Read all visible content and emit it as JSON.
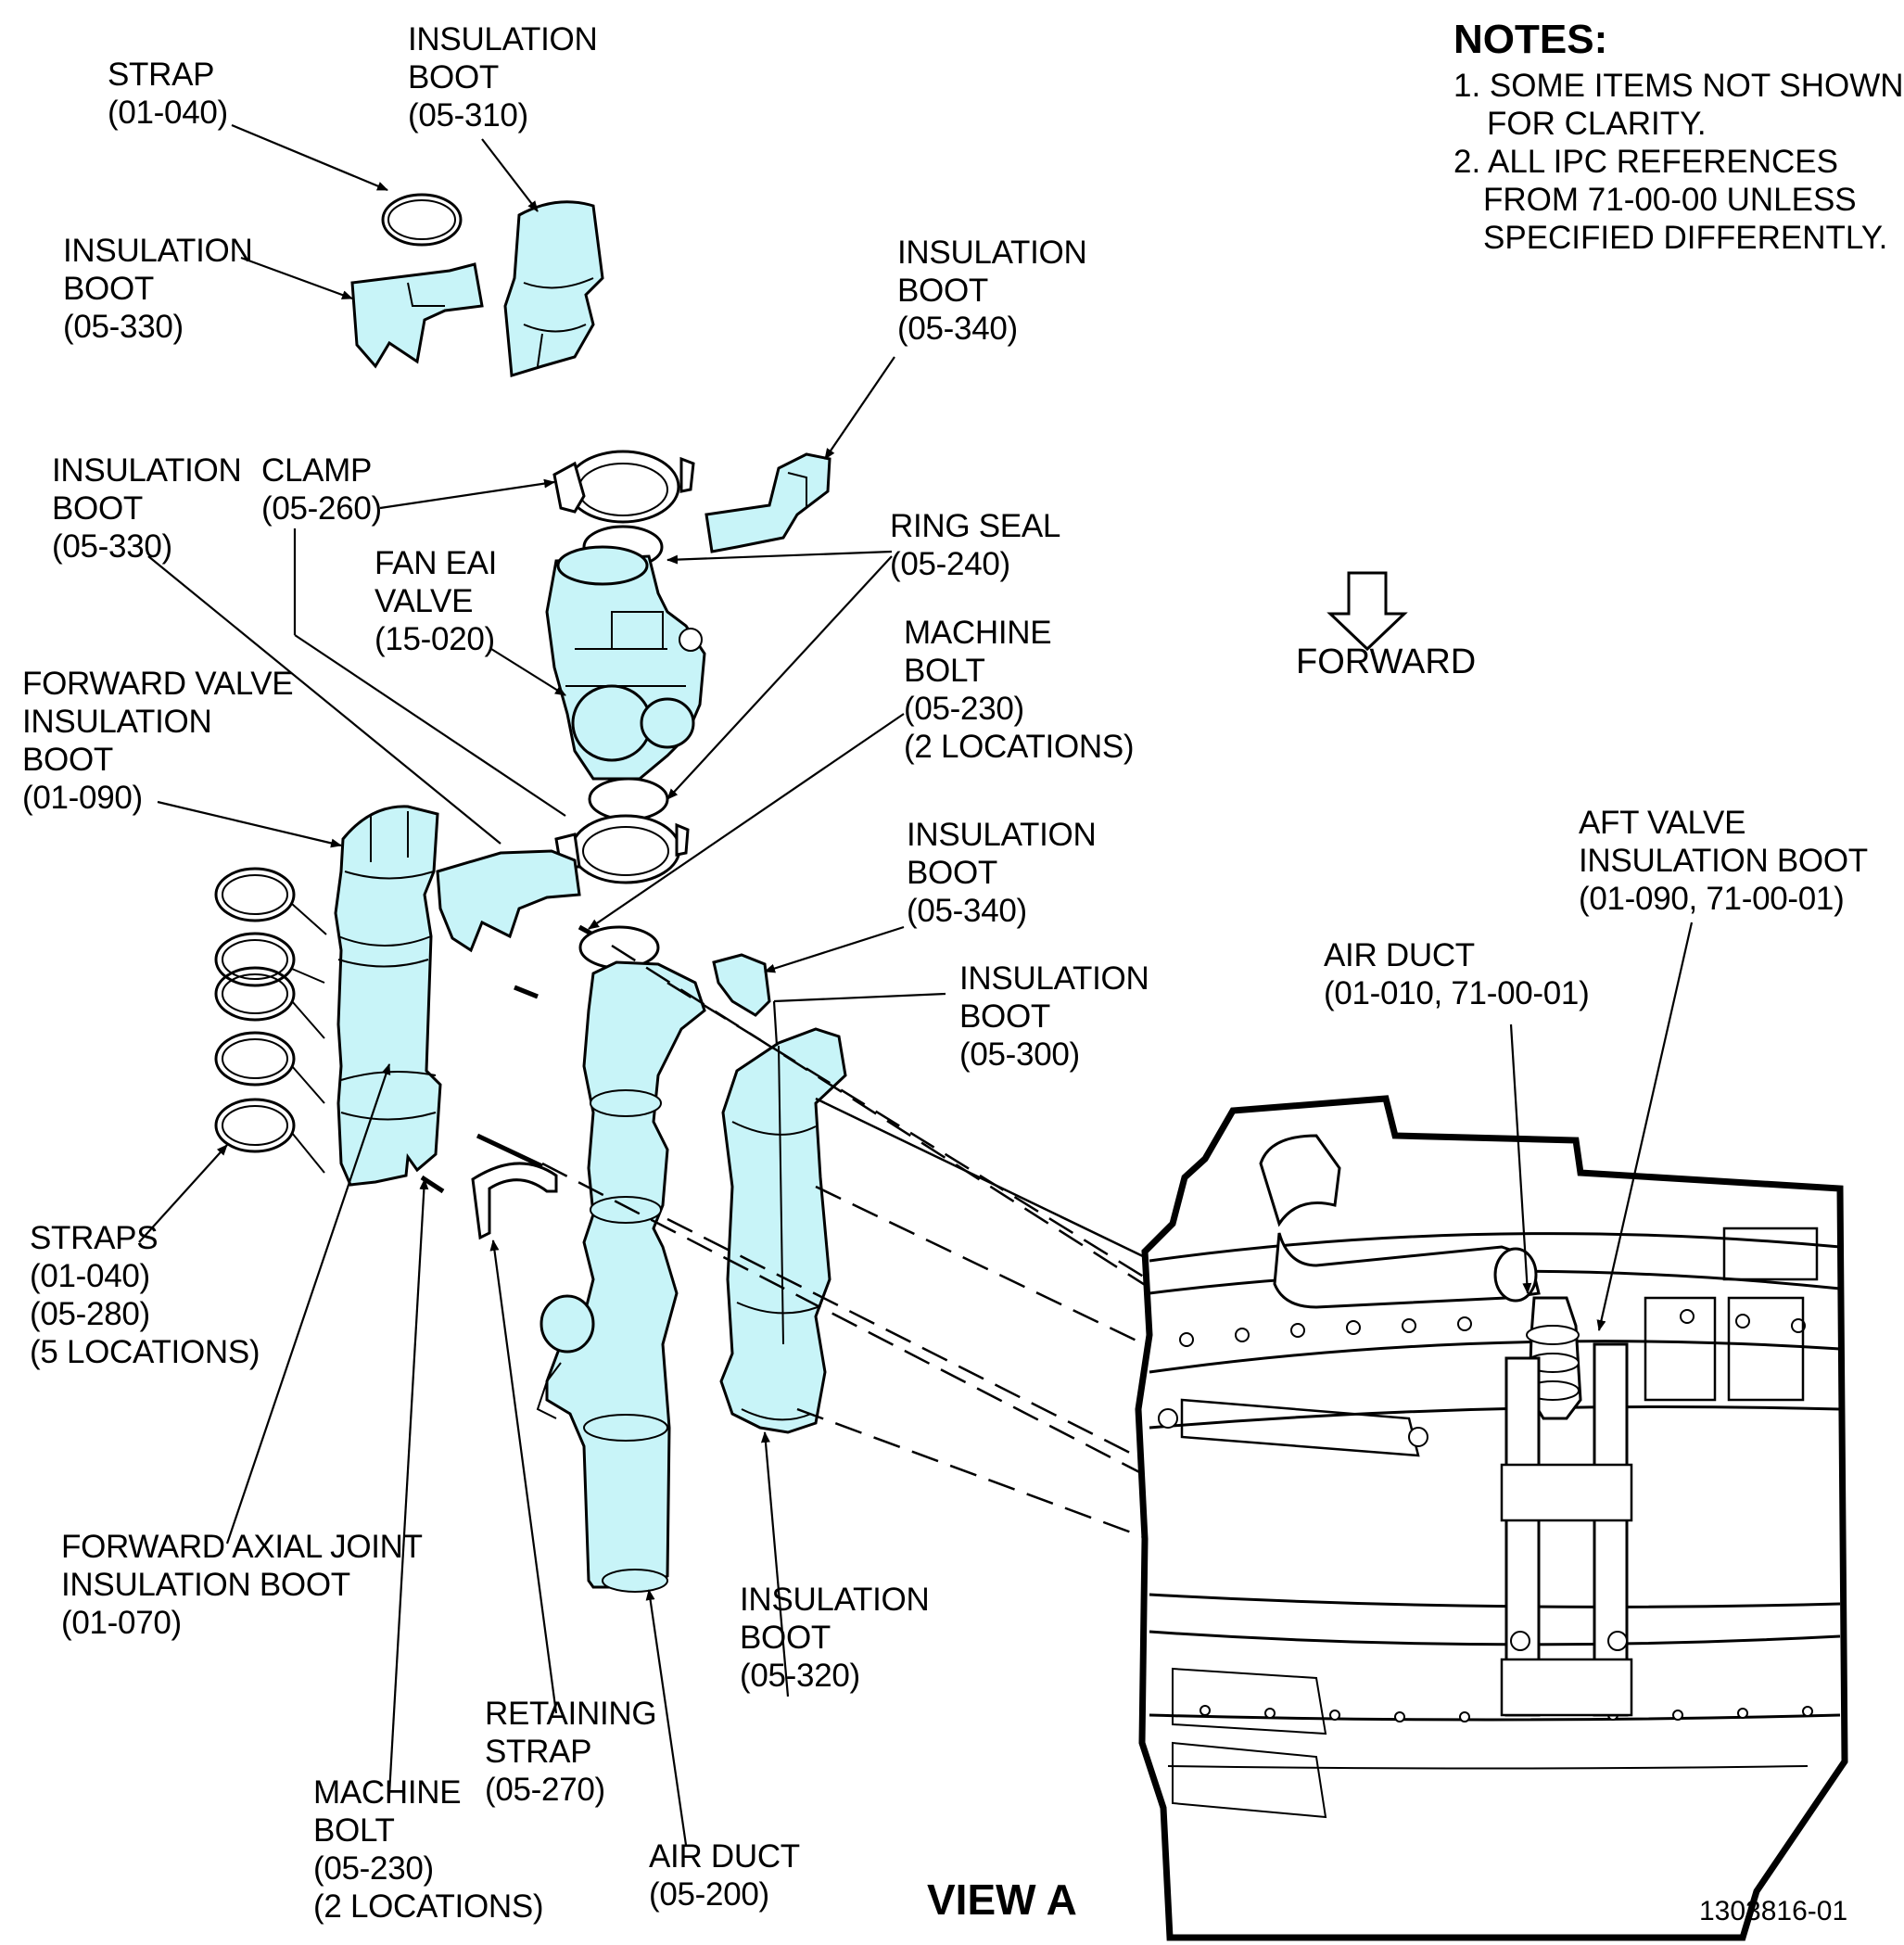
{
  "notes": {
    "title": "NOTES:",
    "line1": "1. SOME ITEMS NOT SHOWN",
    "line1b": "FOR CLARITY.",
    "line2": "2. ALL IPC REFERENCES",
    "line2b": "FROM 71-00-00 UNLESS",
    "line2c": "SPECIFIED DIFFERENTLY."
  },
  "direction_label": "FORWARD",
  "view_title": "VIEW A",
  "figure_number": "1303816-01",
  "colors": {
    "part_fill": "#c8f4f8",
    "stroke": "#000000"
  },
  "labels": {
    "strap_top": [
      "STRAP",
      "(01-040)"
    ],
    "boot_310": [
      "INSULATION",
      "BOOT",
      "(05-310)"
    ],
    "boot_330_top": [
      "INSULATION",
      "BOOT",
      "(05-330)"
    ],
    "boot_340_top": [
      "INSULATION",
      "BOOT",
      "(05-340)"
    ],
    "boot_330_mid": [
      "INSULATION",
      "BOOT",
      "(05-330)"
    ],
    "clamp": [
      "CLAMP",
      "(05-260)"
    ],
    "ring_seal": [
      "RING SEAL",
      "(05-240)"
    ],
    "fan_valve": [
      "FAN EAI",
      "VALVE",
      "(15-020)"
    ],
    "fwd_valve_boot": [
      "FORWARD VALVE",
      "INSULATION",
      "BOOT",
      "(01-090)"
    ],
    "machine_bolt_top": [
      "MACHINE",
      "BOLT",
      "(05-230)",
      "(2 LOCATIONS)"
    ],
    "boot_340_mid": [
      "INSULATION",
      "BOOT",
      "(05-340)"
    ],
    "aft_valve_boot": [
      "AFT VALVE",
      "INSULATION BOOT",
      "(01-090, 71-00-01)"
    ],
    "air_duct_right": [
      "AIR DUCT",
      "(01-010, 71-00-01)"
    ],
    "boot_300": [
      "INSULATION",
      "BOOT",
      "(05-300)"
    ],
    "straps": [
      "STRAPS",
      "(01-040)",
      "(05-280)",
      "(5 LOCATIONS)"
    ],
    "fwd_axial_boot": [
      "FORWARD AXIAL JOINT",
      "INSULATION BOOT",
      "(01-070)"
    ],
    "boot_320": [
      "INSULATION",
      "BOOT",
      "(05-320)"
    ],
    "retaining_strap": [
      "RETAINING",
      "STRAP",
      "(05-270)"
    ],
    "machine_bolt_bottom": [
      "MACHINE",
      "BOLT",
      "(05-230)",
      "(2 LOCATIONS)"
    ],
    "air_duct_bottom": [
      "AIR DUCT",
      "(05-200)"
    ]
  }
}
